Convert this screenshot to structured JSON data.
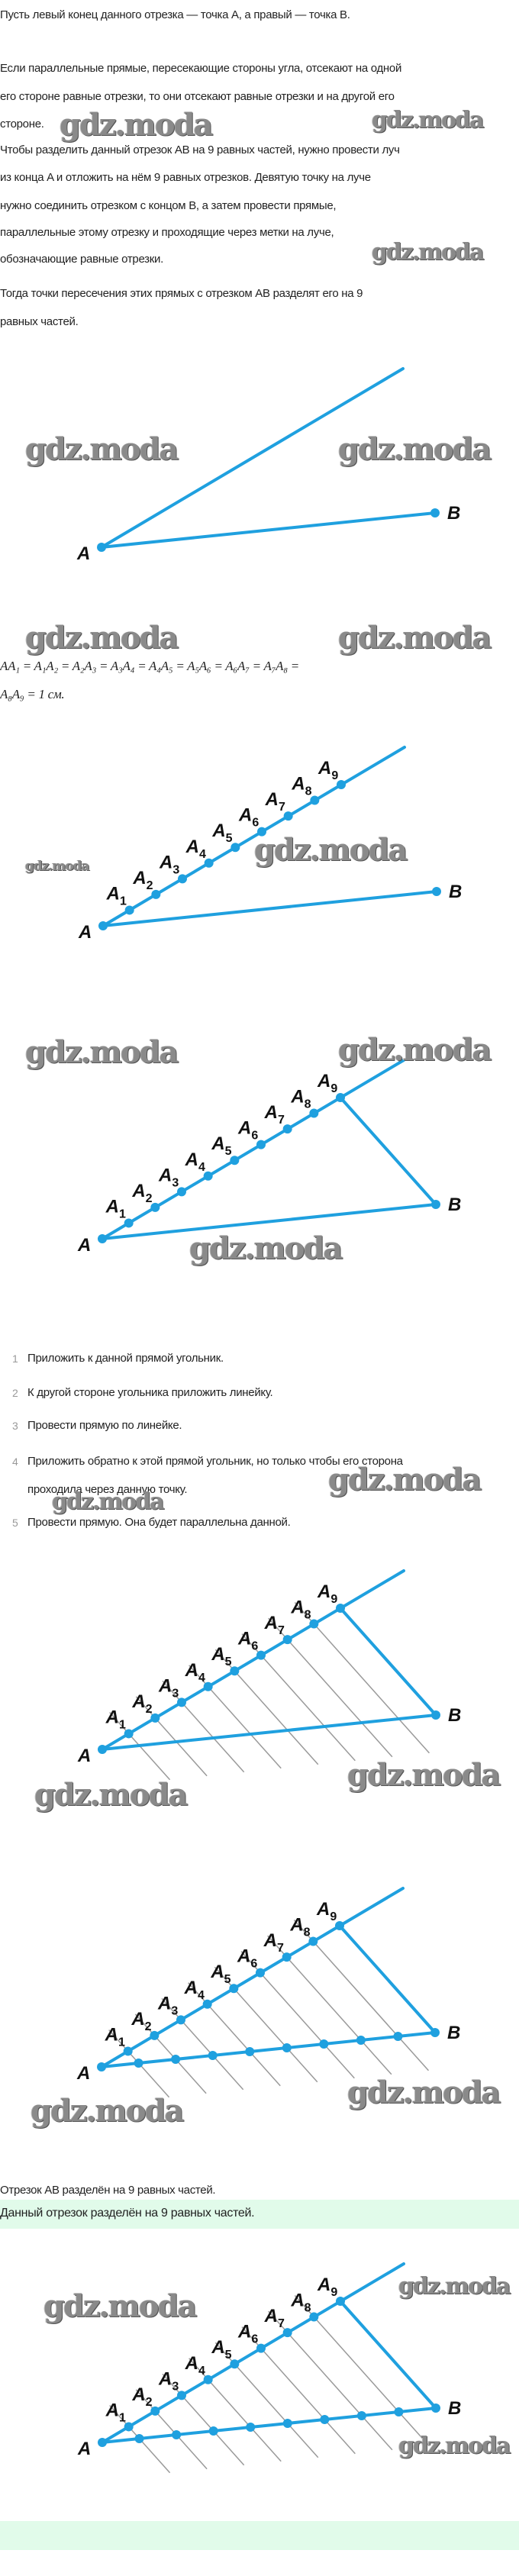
{
  "intro": "Пусть левый конец данного отрезка — точка A, а правый — точка B.",
  "theorem_lines": [
    "Если параллельные прямые, пересекающие стороны угла, отсекают на одной",
    "его стороне равные отрезки, то они отсекают равные отрезки и на другой его",
    "стороне."
  ],
  "method_lines": [
    "Чтобы разделить данный отрезок AB на 9 равных частей, нужно провести луч",
    "из конца A и отложить на нём 9 равных отрезков. Девятую точку на луче",
    "нужно соединить отрезком с концом B, а затем провести прямые,",
    "параллельные этому отрезку и проходящие через метки на луче,",
    "обозначающие равные отрезки."
  ],
  "conclusion_lines": [
    "Тогда точки пересечения этих прямых с отрезком AB разделят его на 9",
    "равных частей."
  ],
  "formula_lines": [
    "AA₁ = A₁A₂ = A₂A₃ = A₃A₄ = A₄A₅ = A₅A₆ = A₆A₇ = A₇A₈ =",
    "A₈A₉ = 1 см."
  ],
  "steps": [
    {
      "num": "1",
      "lines": [
        "Приложить к данной прямой угольник."
      ]
    },
    {
      "num": "2",
      "lines": [
        "К другой стороне угольника приложить линейку."
      ]
    },
    {
      "num": "3",
      "lines": [
        "Провести прямую по линейке."
      ]
    },
    {
      "num": "4",
      "lines": [
        "Приложить обратно к этой прямой угольник, но только чтобы его сторона",
        "проходила через данную точку."
      ]
    },
    {
      "num": "5",
      "lines": [
        "Провести прямую. Она будет параллельна данной."
      ]
    }
  ],
  "result_text": "Отрезок AB разделён на 9 равных частей.",
  "answer_text": "Данный отрезок разделён на 9 равных частей.",
  "watermark": "gdz.moda",
  "figure": {
    "label_a": "A",
    "label_b": "B",
    "point_prefix": "A",
    "point_subscripts": [
      "1",
      "2",
      "3",
      "4",
      "5",
      "6",
      "7",
      "8",
      "9"
    ],
    "divisions": 9,
    "stages": [
      "angle",
      "points",
      "connect",
      "parallels",
      "divided",
      "divided"
    ]
  },
  "colors": {
    "line": "#1fa0df",
    "parallel": "#9a9a9a",
    "answer_bg": "#e1fbea"
  }
}
